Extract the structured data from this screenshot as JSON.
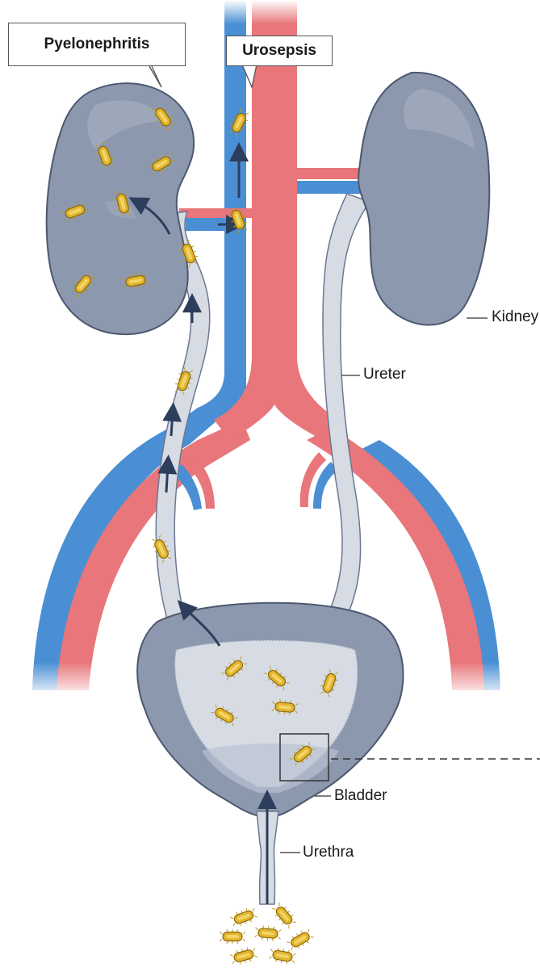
{
  "callouts": {
    "pyelonephritis": "Pyelonephritis",
    "urosepsis": "Urosepsis"
  },
  "labels": {
    "kidney": "Kidney",
    "ureter": "Ureter",
    "bladder": "Bladder",
    "urethra": "Urethra"
  },
  "colors": {
    "vein": "#4a8fd4",
    "artery": "#e8767a",
    "organ": "#8c98ad",
    "ureter": "#d6dbe4",
    "bacteria": "#e3b52a",
    "arrow": "#2c3e5c"
  }
}
